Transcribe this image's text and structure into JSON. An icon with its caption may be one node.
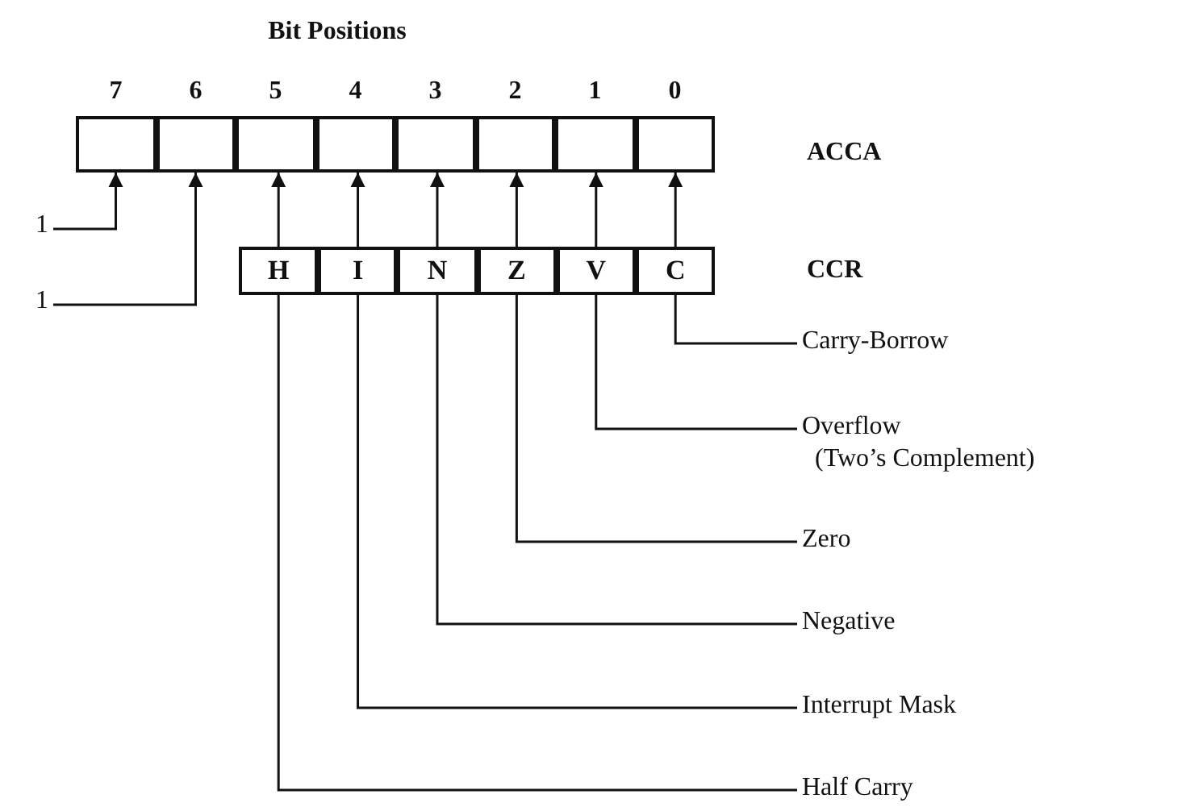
{
  "diagram": {
    "nodes": [
      {
        "text": [],
        "shape": "box"
      },
      {
        "text": [],
        "shape": "box"
      },
      {
        "text": [],
        "shape": "box"
      },
      {
        "text": [],
        "shape": "box"
      },
      {
        "text": [],
        "shape": "box"
      },
      {
        "text": [],
        "shape": "box"
      },
      {
        "text": [],
        "shape": "box"
      },
      {
        "text": [],
        "shape": "box"
      },
      {
        "text": [
          "1"
        ]
      },
      {
        "text": [
          "1"
        ]
      },
      {
        "text": [
          "H"
        ]
      },
      {
        "text": [
          "I"
        ]
      },
      {
        "text": [
          "N"
        ]
      },
      {
        "text": [
          "Z"
        ]
      },
      {
        "text": [
          "V"
        ]
      },
      {
        "text": [
          "C"
        ]
      },
      {
        "text": [
          "Carry-Borrow"
        ]
      },
      {
        "text": [
          "Overflow (Two’s Complement)"
        ]
      },
      {
        "text": [
          "Zero"
        ]
      },
      {
        "text": [
          "Negative"
        ]
      },
      {
        "text": [
          "Interrupt Mask"
        ]
      },
      {
        "text": [
          "Half Carry"
        ]
      }
    ],
    "edges": [
      {
        "from": 8,
        "to": 0,
        "arrow": "to"
      },
      {
        "from": 9,
        "to": 1,
        "arrow": "to"
      },
      {
        "from": 10,
        "to": 2,
        "arrow": "to"
      },
      {
        "from": 11,
        "to": 3,
        "arrow": "to"
      },
      {
        "from": 12,
        "to": 4,
        "arrow": "to"
      },
      {
        "from": 13,
        "to": 5,
        "arrow": "to"
      },
      {
        "from": 14,
        "to": 6,
        "arrow": "to"
      },
      {
        "from": 15,
        "to": 7,
        "arrow": "to"
      },
      {
        "from": 15,
        "to": 16,
        "arrow": "none"
      },
      {
        "from": 14,
        "to": 17,
        "arrow": "none"
      },
      {
        "from": 13,
        "to": 18,
        "arrow": "none"
      },
      {
        "from": 12,
        "to": 19,
        "arrow": "none"
      },
      {
        "from": 11,
        "to": 20,
        "arrow": "none"
      },
      {
        "from": 10,
        "to": 21,
        "arrow": "none"
      }
    ],
    "labels": [
      "Bit Positions",
      "7",
      "6",
      "5",
      "4",
      "3",
      "2",
      "1",
      "0",
      "ACCA",
      "CCR"
    ]
  }
}
